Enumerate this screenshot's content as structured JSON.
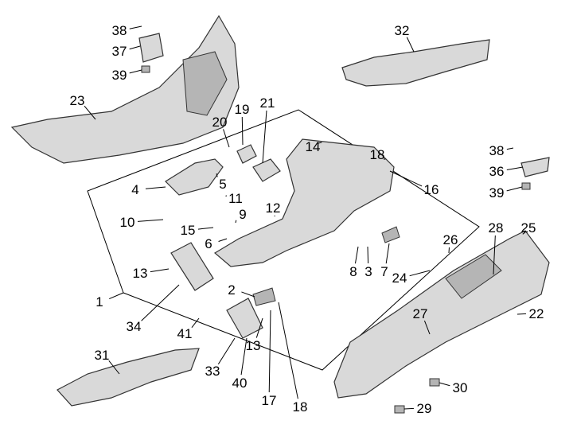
{
  "diagram": {
    "labels": [
      "38",
      "37",
      "39",
      "23",
      "32",
      "20",
      "19",
      "21",
      "14",
      "18",
      "38",
      "36",
      "39",
      "16",
      "4",
      "5",
      "11",
      "12",
      "9",
      "10",
      "15",
      "6",
      "26",
      "28",
      "25",
      "8",
      "3",
      "7",
      "13",
      "24",
      "2",
      "1",
      "22",
      "34",
      "41",
      "27",
      "13",
      "31",
      "33",
      "40",
      "17",
      "18",
      "30",
      "29"
    ]
  },
  "colors": {
    "part_fill": "#d9d9d9",
    "part_outline": "#333333",
    "label": "#000000"
  }
}
